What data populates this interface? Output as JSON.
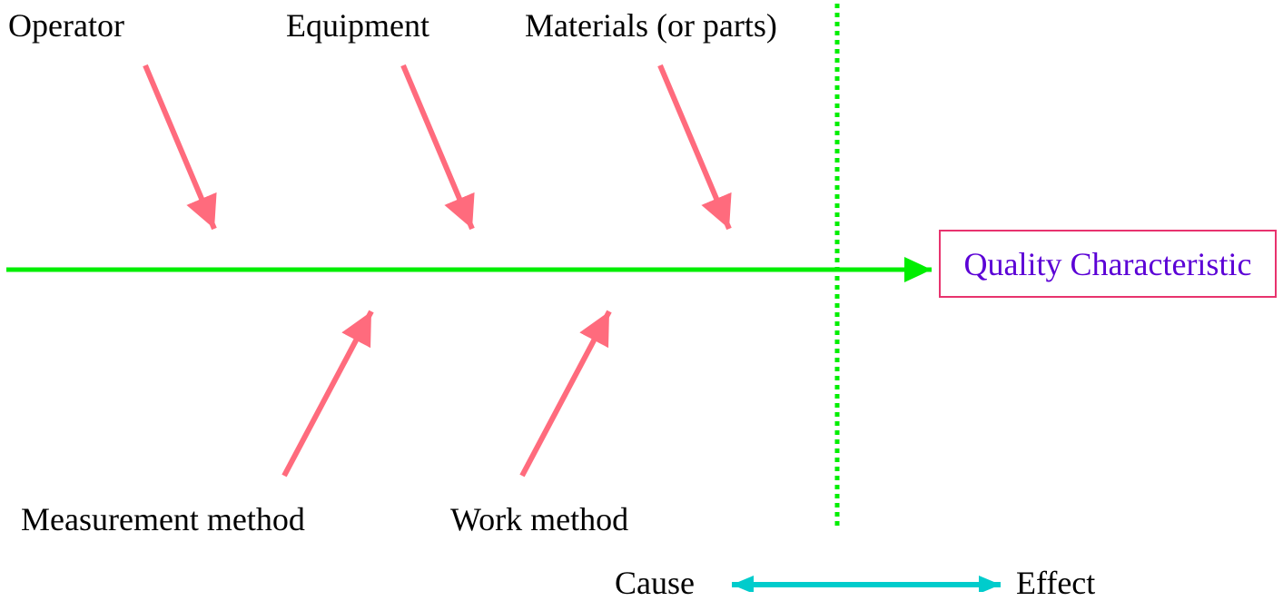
{
  "causes_top": [
    "Operator",
    "Equipment",
    "Materials (or parts)"
  ],
  "causes_bottom": [
    "Measurement method",
    "Work method"
  ],
  "effect": "Quality Characteristic",
  "legend": {
    "cause": "Cause",
    "effect": "Effect"
  },
  "colors": {
    "spine": "#00ee00",
    "bone": "#ff6b7d",
    "divider": "#00ee00",
    "effect_text": "#5b00d6",
    "effect_border": "#e8336e",
    "legend_arrow": "#00cccc"
  }
}
